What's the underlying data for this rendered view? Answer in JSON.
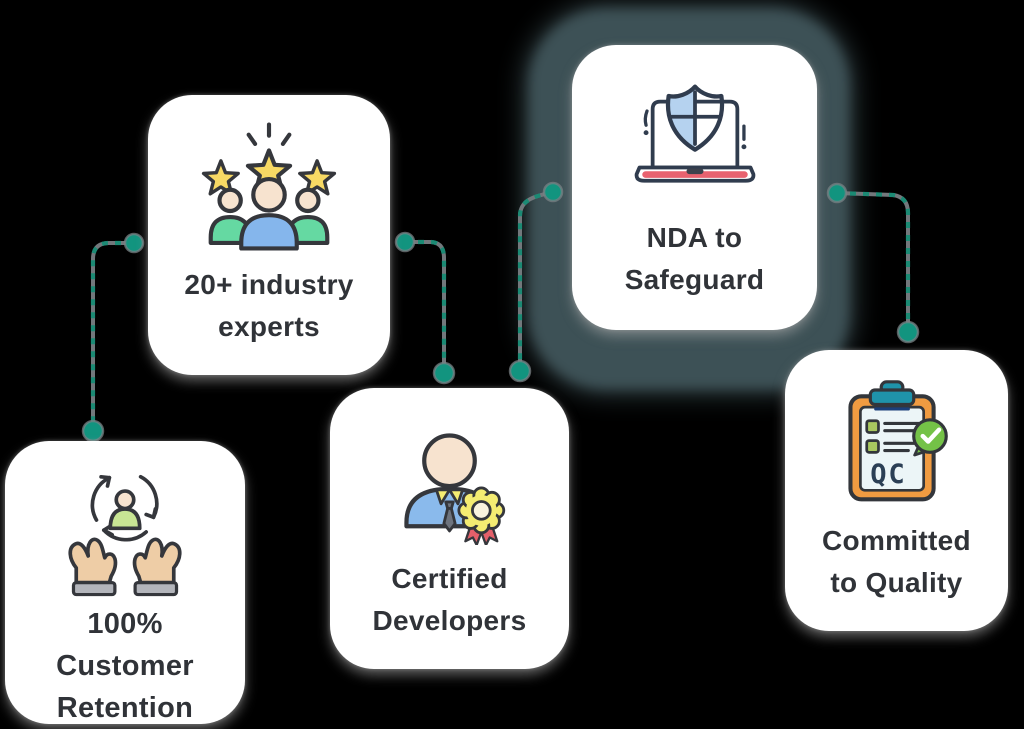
{
  "colors": {
    "background": "#000000",
    "card_bg": "#ffffff",
    "text": "#303338",
    "connector": "#1b8a74",
    "connector_dot": "#12947f",
    "connector_base": "#72787c",
    "highlight_halo": "#3d5156"
  },
  "cards": [
    {
      "id": "customer-retention",
      "label": "100% Customer\nRetention",
      "icon": "hands-care-icon",
      "highlighted": false
    },
    {
      "id": "industry-experts",
      "label": "20+ industry\nexperts",
      "icon": "team-stars-icon",
      "highlighted": false
    },
    {
      "id": "certified-developers",
      "label": "Certified\nDevelopers",
      "icon": "developer-badge-icon",
      "highlighted": false
    },
    {
      "id": "nda-safeguard",
      "label": "NDA to\nSafeguard",
      "icon": "laptop-shield-icon",
      "highlighted": true
    },
    {
      "id": "committed-quality",
      "label": "Committed\nto Quality",
      "icon": "qc-clipboard-icon",
      "highlighted": false
    }
  ],
  "connections": [
    {
      "from": "industry-experts",
      "to": "customer-retention"
    },
    {
      "from": "industry-experts",
      "to": "certified-developers"
    },
    {
      "from": "nda-safeguard",
      "to": "certified-developers"
    },
    {
      "from": "nda-safeguard",
      "to": "committed-quality"
    }
  ],
  "qc_label": "QC"
}
